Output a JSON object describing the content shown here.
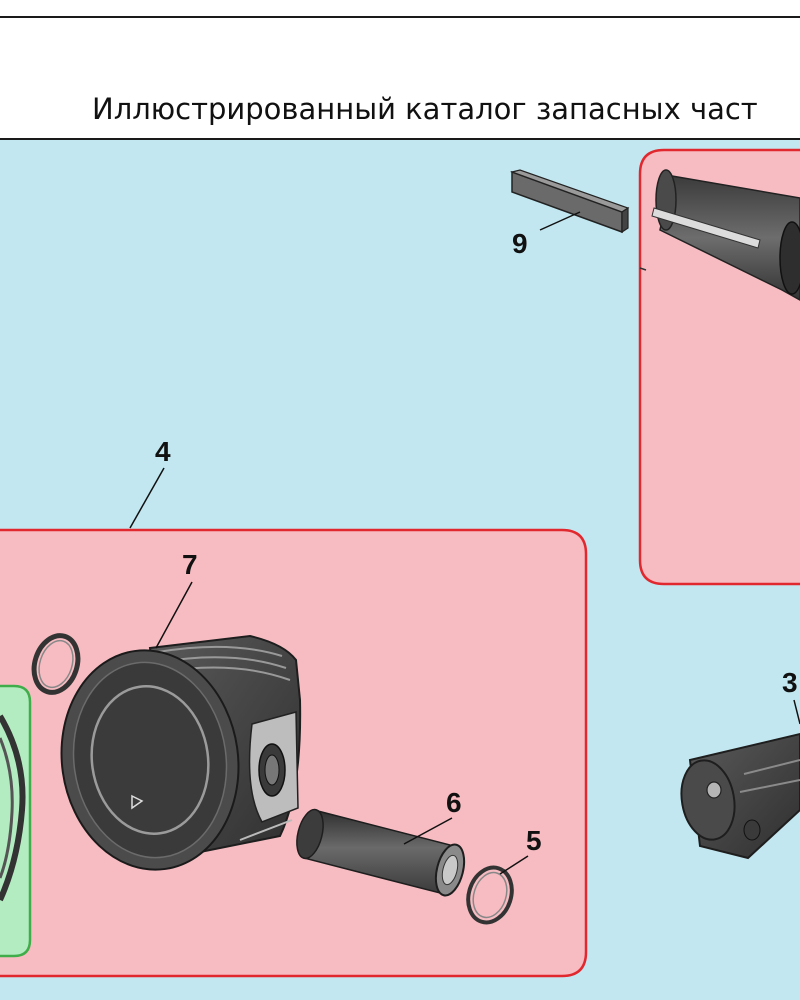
{
  "header": {
    "title": "Иллюстрированный каталог запасных част"
  },
  "colors": {
    "background": "#c2e7f0",
    "group_fill_red": "#f7bcc2",
    "group_border_red": "#e2282f",
    "group_fill_green": "#b3ecc1",
    "group_border_green": "#3fae4a",
    "part_dark": "#4a4a4a"
  },
  "callouts": {
    "piston_assembly": "4",
    "piston": "7",
    "piston_pin": "6",
    "circlip": "5",
    "key": "9",
    "connecting_rod": "3"
  }
}
